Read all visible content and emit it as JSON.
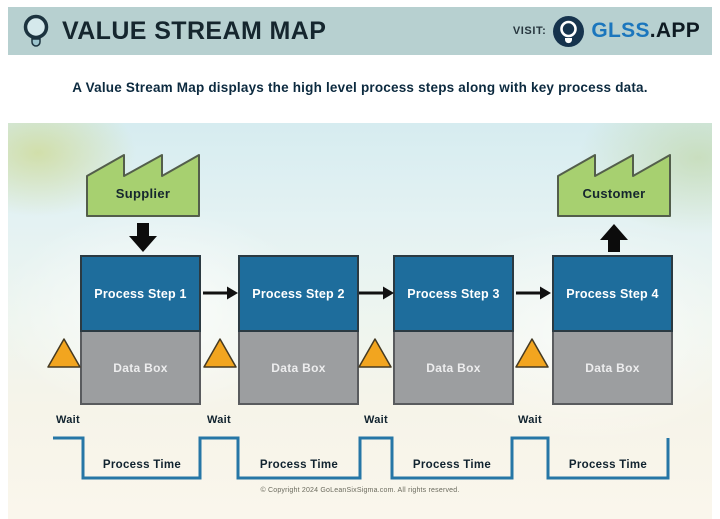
{
  "header": {
    "title": "VALUE STREAM MAP",
    "visit_label": "VISIT:",
    "brand_primary": "GLSS",
    "brand_suffix": ".APP"
  },
  "subtitle": "A Value Stream Map displays the high level process steps along with key process data.",
  "diagram": {
    "supplier_label": "Supplier",
    "customer_label": "Customer",
    "steps": [
      {
        "label": "Process Step 1",
        "data_box": "Data Box"
      },
      {
        "label": "Process Step 2",
        "data_box": "Data Box"
      },
      {
        "label": "Process Step 3",
        "data_box": "Data Box"
      },
      {
        "label": "Process Step 4",
        "data_box": "Data Box"
      }
    ],
    "timeline": {
      "wait_label": "Wait",
      "process_time_label": "Process Time"
    },
    "icons": {
      "factory": "factory-icon",
      "inventory": "inventory-triangle-icon",
      "flow": "arrow-icon"
    }
  },
  "footer": {
    "copyright": "© Copyright 2024 GoLeanSixSigma.com. All rights reserved."
  },
  "colors": {
    "header_band": "#b7d0d0",
    "brand_blue": "#1b76bd",
    "process_box": "#1e6d9c",
    "data_box": "#9c9ea0",
    "factory_green": "#a7d070",
    "triangle_orange": "#f2a51f",
    "timeline_blue": "#2676a6"
  }
}
